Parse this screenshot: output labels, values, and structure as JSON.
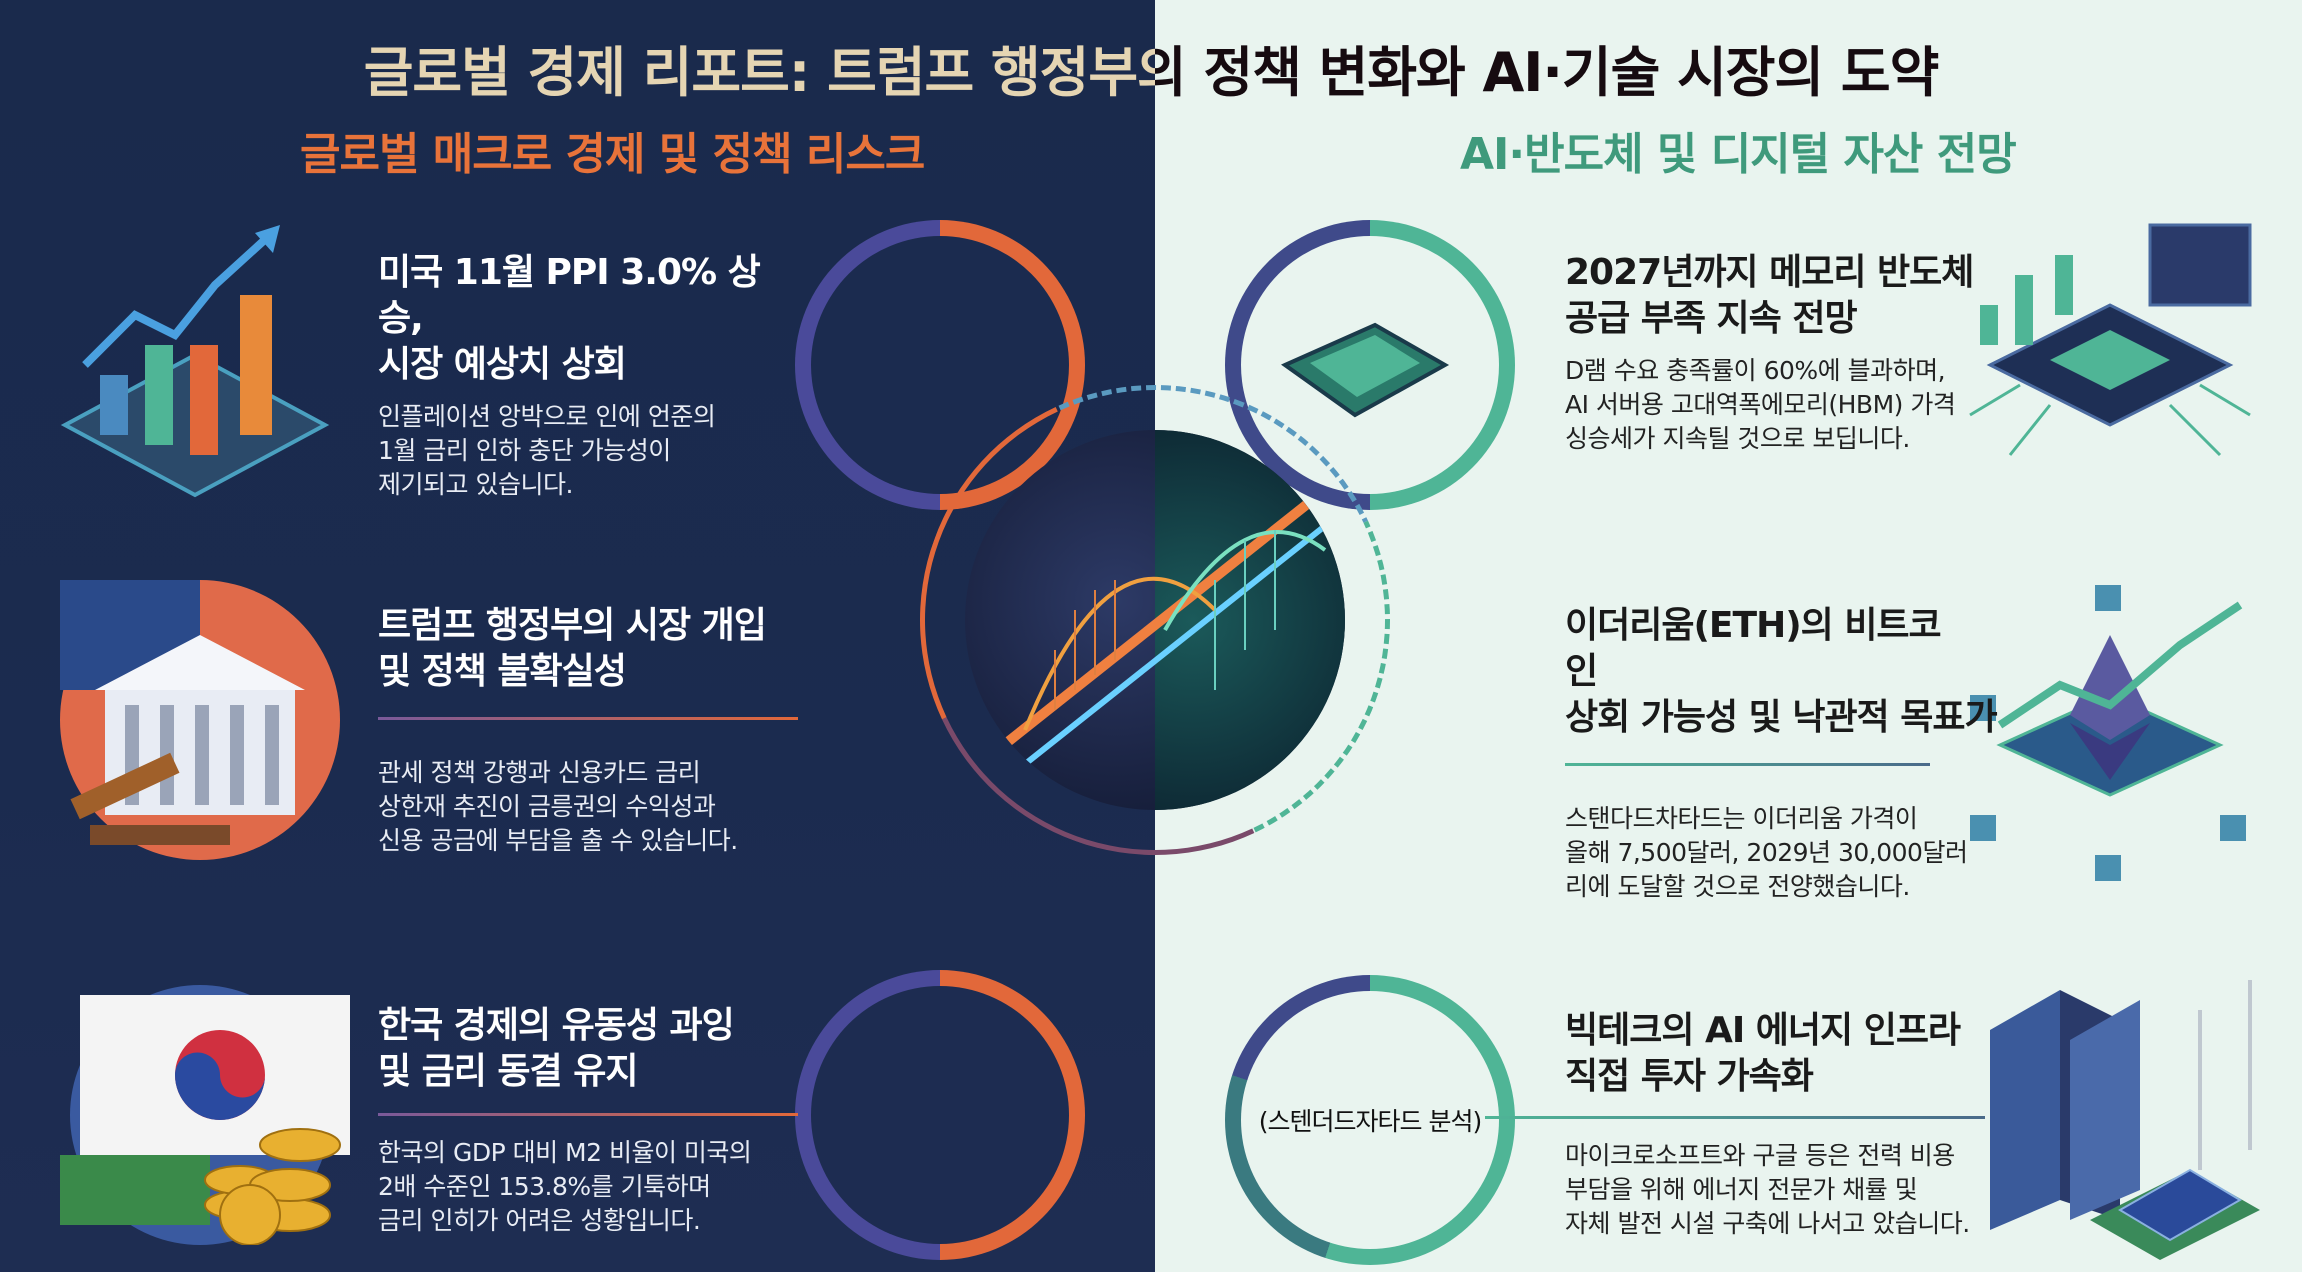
{
  "title": "글로벌 경제 리포트: 트럼프 행정부의 정책 변화와 AI·기술 시장의 도약",
  "left_section": {
    "heading": "글로벌 매크로 경제 및 정책 리스크",
    "accent": "#e8733a",
    "cards": [
      {
        "title_1": "미국 11월 PPI 3.0% 상승,",
        "title_2": "시장 예상치 상회",
        "body": [
          "인플레이션 앙박으로 인에 언준의",
          "1월 금리 인하 충단 가능성이",
          "제기되고 있습니다."
        ],
        "icon": "rising-bar-chart-icon"
      },
      {
        "title_1": "트럼프 행정부의 시장 개입",
        "title_2": "및 정책 불확실성",
        "body": [
          "관세 정책 강행과 신용카드 금리",
          "상한재 추진이 금릉권의 수익성과",
          "신용 공금에 부담을 출 수 있습니다."
        ],
        "icon": "government-gavel-icon"
      },
      {
        "title_1": "한국 경제의 유동성 과잉",
        "title_2": "및 금리 동결 유지",
        "body": [
          "한국의 GDP 대비 M2 비율이 미국의",
          "2배 수준인 153.8%를 기툭하며",
          "금리 인히가 어려은 성황입니다."
        ],
        "icon": "korea-flag-coins-icon"
      }
    ]
  },
  "right_section": {
    "heading": "AI·반도체 및 디지털 자산 전망",
    "accent": "#3f9a7c",
    "cards": [
      {
        "title_1": "2027년까지 메모리 반도체",
        "title_2": "공급 부족 지속 전망",
        "body": [
          "D램 수요 충족률이 60%에 블과하며,",
          "AI 서버용 고대역폭에모리(HBM) 가격",
          "싱승세가 지속틸 것으로 보딥니다."
        ],
        "icon": "chip-icon"
      },
      {
        "title_1": "이더리움(ETH)의 비트코인",
        "title_2": "상회 가능성 및 낙관적 목표가",
        "body": [
          "스탠다드차타드는 이더리움 가격이",
          "올해 7,500달러, 2029년 30,000달러",
          "리에 도달할 것으로 전양했습니다."
        ],
        "icon": "ethereum-icon"
      },
      {
        "title_1": "빅테크의 AI 에너지 인프라",
        "title_2": "직접 투자 가속화",
        "body": [
          "마이크로소프트와 구글 등은 전력 비용",
          "부담을 위해 에너지 전문가 채률 및",
          "자체 발전 시설 구축에 나서고 았습니다."
        ],
        "icon": "datacenter-energy-icon"
      }
    ],
    "ring_note": "(스텐더드자타드 분석)"
  },
  "colors": {
    "navy": "#1a2a4c",
    "mint": "#e9f4ef",
    "orange": "#e2683a",
    "green": "#4fb596",
    "purple": "#4a4a9a"
  }
}
